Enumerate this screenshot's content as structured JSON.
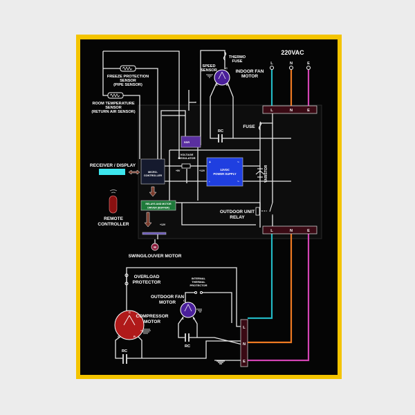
{
  "supply": {
    "title": "220VAC",
    "terminals": [
      "L",
      "N",
      "E"
    ]
  },
  "colors": {
    "L": "#22b8c4",
    "N": "#f07a22",
    "E": "#d444b4",
    "border": "#f4c400",
    "ssr": "#5a2fa0",
    "psu": "#1f3fe0",
    "driver": "#1e7a3a",
    "compressor": "#b01a1a",
    "fan": "#4a1f9a"
  },
  "indoor": {
    "freeze_sensor": [
      "FREEZE PROTECTION",
      "SENSOR",
      "(PIPE SENSOR)"
    ],
    "room_sensor": [
      "ROOM TEMPERATURE",
      "SENSOR",
      "(RETURN AIR SENSOR)"
    ],
    "thermo_fuse": [
      "THERMO",
      "FUSE"
    ],
    "speed_sensor": [
      "SPEED",
      "SENSOR"
    ],
    "indoor_fan": [
      "INDOOR FAN",
      "MOTOR"
    ],
    "fan_pins": [
      "C",
      "S",
      "R"
    ],
    "rc": "RC",
    "fuse": "FUSE",
    "ssr": "SSR",
    "voltage_regulator": [
      "VOLTAGE",
      "REGULATOR"
    ],
    "plus5": "+5V",
    "plus12": "+12V",
    "psu": [
      "12VDC",
      "POWER SUPPLY"
    ],
    "psu_signs": [
      "+",
      "-",
      "~",
      "~"
    ],
    "varistor": "VARISTOR",
    "receiver": "RECEIVER / DISPLAY",
    "micro": [
      "MICRO-",
      "CONTROLLER"
    ],
    "remote": [
      "REMOTE",
      "CONTROLLER"
    ],
    "driver": [
      "RELAYS AND MOTOR",
      "DRIVER (BUFFER)"
    ],
    "swing_v": "+12V",
    "swing_m": "M",
    "swing": "SWING/LOUVER MOTOR",
    "outdoor_relay": [
      "OUTDOOR UNIT",
      "RELAY"
    ]
  },
  "outdoor": {
    "overload": [
      "OVERLOAD",
      "PROTECTOR"
    ],
    "compressor": [
      "COMPRESSOR",
      "MOTOR"
    ],
    "comp_pins": [
      "C",
      "S",
      "R"
    ],
    "rc_comp": "RC",
    "thermal": [
      "INTERNAL",
      "THERMAL",
      "PROTECTOR"
    ],
    "fan": [
      "OUTDOOR FAN",
      "MOTOR"
    ],
    "fan_pins": [
      "C",
      "S",
      "R"
    ],
    "rc_fan": "RC"
  }
}
